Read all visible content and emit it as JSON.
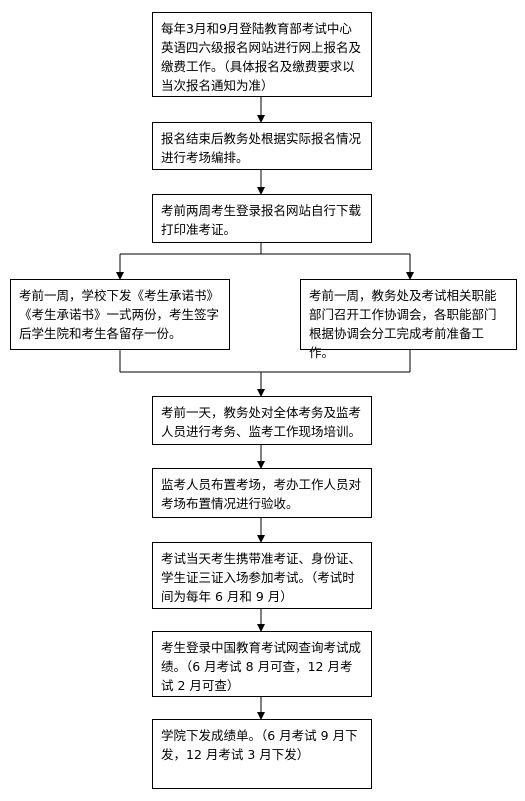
{
  "flow": {
    "step1": "每年3月和9月登陆教育部考试中心英语四六级报名网站进行网上报名及缴费工作。（具体报名及缴费要求以当次报名通知为准）",
    "step2": "报名结束后教务处根据实际报名情况进行考场编排。",
    "step3": "考前两周考生登录报名网站自行下载打印准考证。",
    "step4_left": "考前一周，学校下发《考生承诺书》《考生承诺书》一式两份，考生签字后学生院和考生各留存一份。",
    "step4_right": "考前一周，教务处及考试相关职能部门召开工作协调会，各职能部门根据协调会分工完成考前准备工作。",
    "step5": "考前一天，教务处对全体考务及监考人员进行考务、监考工作现场培训。",
    "step6": "监考人员布置考场，考办工作人员对考场布置情况进行验收。",
    "step7": "考试当天考生携带准考证、身份证、学生证三证入场参加考试。（考试时间为每年 6 月和 9 月）",
    "step8": "考生登录中国教育考试网查询考试成绩。（6 月考试 8 月可查，12 月考试 2 月可查）",
    "step9": "学院下发成绩单。（6 月考试 9 月下发，12 月考试 3 月下发）"
  }
}
